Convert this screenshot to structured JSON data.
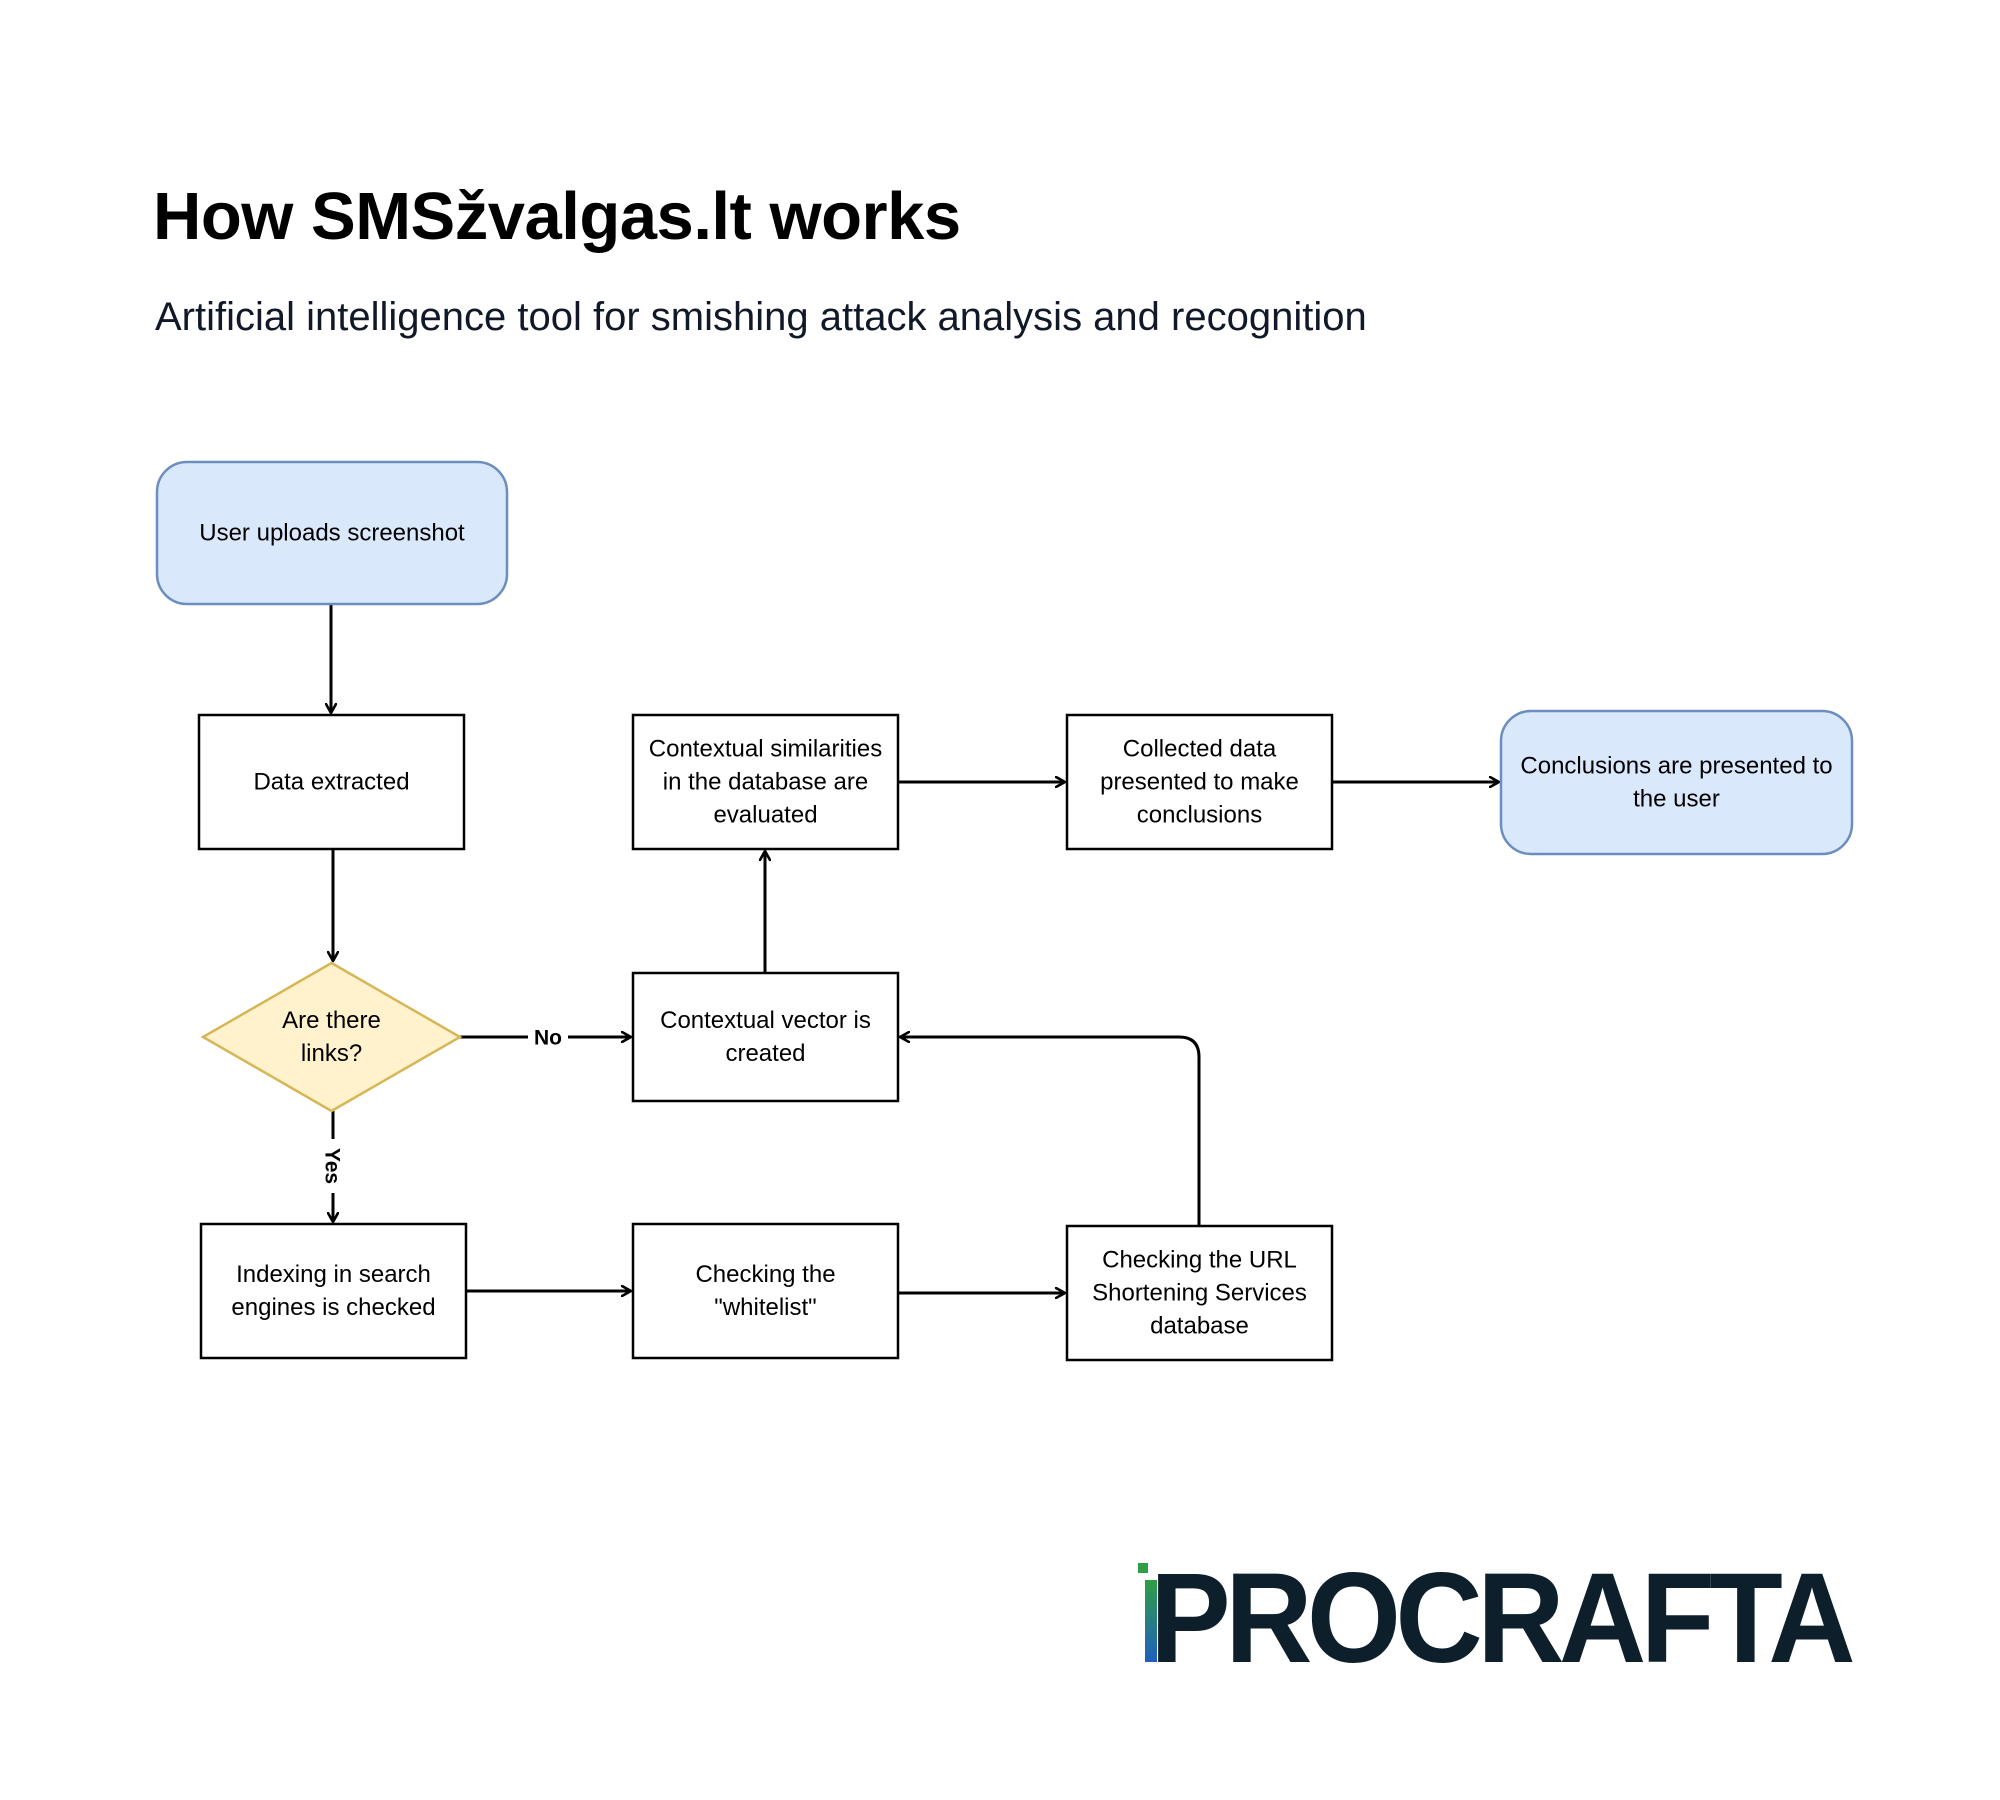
{
  "title": "How SMSžvalgas.lt works",
  "subtitle": "Artificial intelligence tool for smishing attack analysis and recognition",
  "colors": {
    "terminal_fill": "#dae8fc",
    "terminal_stroke": "#6c8ebf",
    "decision_fill": "#fff2cc",
    "decision_stroke": "#d6b656",
    "process_fill": "#ffffff",
    "process_stroke": "#000000",
    "logo_dark": "#0e1f2c",
    "logo_green": "#2f9e44",
    "logo_blue": "#1f5fbf"
  },
  "nodes": [
    {
      "id": "upload",
      "shape": "terminal",
      "lines": [
        "User uploads screenshot"
      ]
    },
    {
      "id": "extract",
      "shape": "process",
      "lines": [
        "Data extracted"
      ]
    },
    {
      "id": "links",
      "shape": "decision",
      "lines": [
        "Are there",
        "links?"
      ]
    },
    {
      "id": "indexing",
      "shape": "process",
      "lines": [
        "Indexing in search",
        "engines is checked"
      ]
    },
    {
      "id": "whitelist",
      "shape": "process",
      "lines": [
        "Checking the",
        "\"whitelist\""
      ]
    },
    {
      "id": "url",
      "shape": "process",
      "lines": [
        "Checking the URL",
        "Shortening Services",
        "database"
      ]
    },
    {
      "id": "vector",
      "shape": "process",
      "lines": [
        "Contextual vector is",
        "created"
      ]
    },
    {
      "id": "similar",
      "shape": "process",
      "lines": [
        "Contextual similarities",
        "in the database are",
        "evaluated"
      ]
    },
    {
      "id": "collected",
      "shape": "process",
      "lines": [
        "Collected data",
        "presented to make",
        "conclusions"
      ]
    },
    {
      "id": "conclusions",
      "shape": "terminal",
      "lines": [
        "Conclusions are presented to",
        "the user"
      ]
    }
  ],
  "edges": [
    {
      "from": "upload",
      "to": "extract",
      "label": ""
    },
    {
      "from": "extract",
      "to": "links",
      "label": ""
    },
    {
      "from": "links",
      "to": "vector",
      "label": "No"
    },
    {
      "from": "links",
      "to": "indexing",
      "label": "Yes"
    },
    {
      "from": "indexing",
      "to": "whitelist",
      "label": ""
    },
    {
      "from": "whitelist",
      "to": "url",
      "label": ""
    },
    {
      "from": "url",
      "to": "vector",
      "label": ""
    },
    {
      "from": "vector",
      "to": "similar",
      "label": ""
    },
    {
      "from": "similar",
      "to": "collected",
      "label": ""
    },
    {
      "from": "collected",
      "to": "conclusions",
      "label": ""
    }
  ],
  "logo": {
    "text": "PROCRAFTA"
  }
}
